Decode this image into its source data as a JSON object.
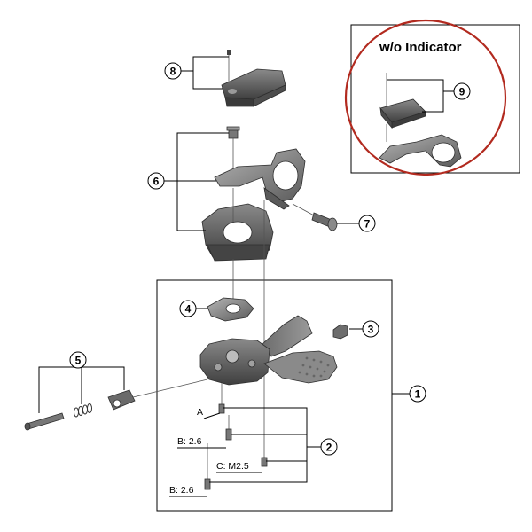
{
  "inset": {
    "title": "w/o Indicator",
    "callout": "9",
    "highlight_color": "#b22a1f"
  },
  "callouts": {
    "c1": "1",
    "c2": "2",
    "c3": "3",
    "c4": "4",
    "c5": "5",
    "c6": "6",
    "c7": "7",
    "c8": "8"
  },
  "screw_labels": {
    "a": "A",
    "b1": "B: 2.6",
    "c": "C: M2.5",
    "b2": "B: 2.6"
  },
  "colors": {
    "part_dark": "#555555",
    "part_mid": "#7a7a7a",
    "part_light": "#a8a8a8",
    "line": "#000000"
  }
}
